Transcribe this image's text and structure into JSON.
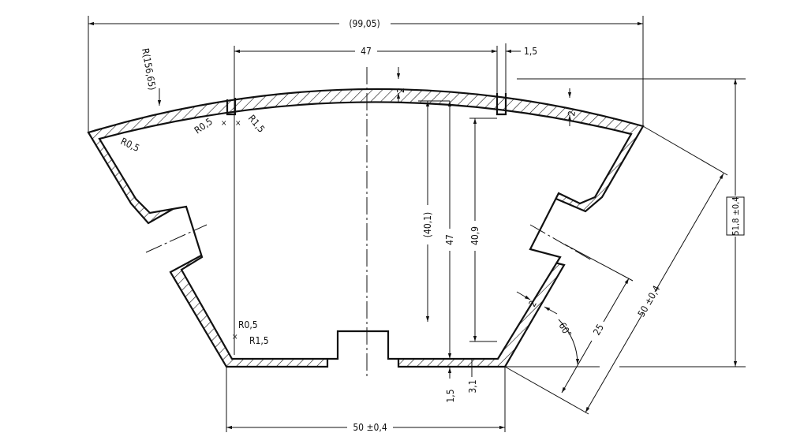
{
  "drawing": {
    "overall_width": "(99,05)",
    "top_span": "47",
    "slot_width": "1,5",
    "arc_radius": "R(156,65)",
    "top_wall_thickness": "2",
    "right_top_wall_thickness": "2",
    "r05_top": "R0,5",
    "r15_top": "R1,5",
    "r05_corner": "R0,5",
    "inner_height_ref": "(40,1)",
    "inner_height": "47",
    "slot_depth": "40,9",
    "total_height": "51,8 ±0,4",
    "side_length": "50 ±0,4",
    "side_half": "25",
    "angle": "60°",
    "side_wall_thickness": "2",
    "r05_bottom": "R0,5",
    "r15_bottom": "R1,5",
    "bottom_thickness": "1,5",
    "bottom_offset": "3,1",
    "bottom_width": "50 ±0,4"
  }
}
